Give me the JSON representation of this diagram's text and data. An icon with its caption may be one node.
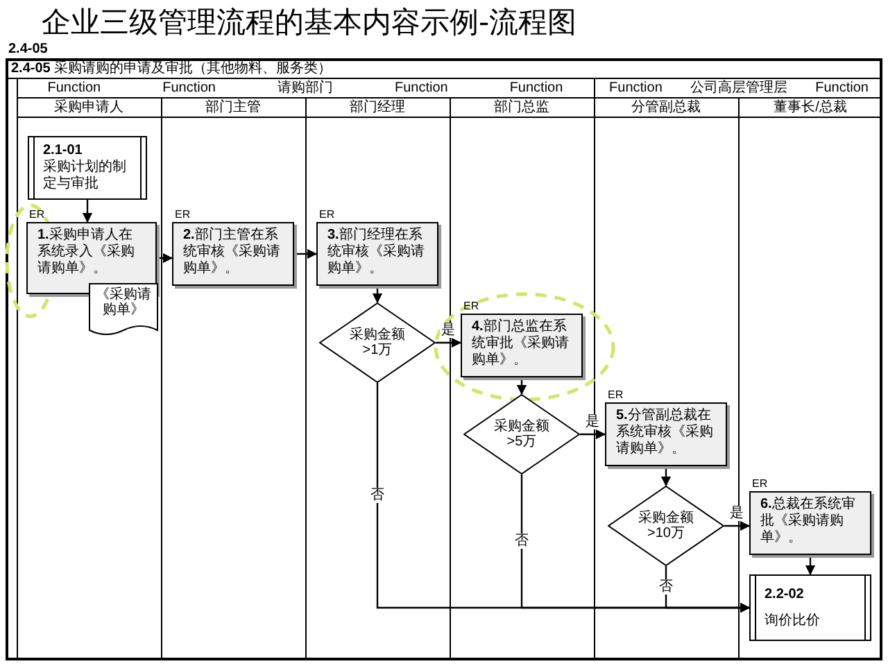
{
  "diagram": {
    "title": "企业三级管理流程的基本内容示例-流程图",
    "nodes": [
      {
        "text": [
          "**2.1-01**",
          "采购计划的制定与审批"
        ]
      },
      {
        "text": [
          "**1.**采购申请人在系统录入《采购请购单》。"
        ],
        "beside": [
          "ER"
        ]
      },
      {
        "text": [
          "《采购请购单》"
        ]
      },
      {
        "text": [
          "**2.**部门主管在系统审核《采购请购单》。"
        ],
        "beside": [
          "ER"
        ]
      },
      {
        "text": [
          "**3.**部门经理在系统审核《采购请购单》。"
        ],
        "beside": [
          "ER"
        ]
      },
      {
        "text": [
          "采购金额>1万"
        ]
      },
      {
        "text": [
          "**4.**部门总监在系统审批《采购请购单》。"
        ],
        "beside": [
          "ER"
        ]
      },
      {
        "text": [
          "采购金额>5万"
        ]
      },
      {
        "text": [
          "**5.**分管副总裁在系统审核《采购请购单》。"
        ],
        "beside": [
          "ER"
        ]
      },
      {
        "text": [
          "采购金额>10万"
        ]
      },
      {
        "text": [
          "**6.**总裁在系统审批《采购请购单》。"
        ],
        "beside": [
          "ER"
        ]
      },
      {
        "text": [
          "**2.2-02**",
          "询价比价"
        ]
      }
    ],
    "edges": [
      {
        "from": 0,
        "to": 1,
        "arrow": "to"
      },
      {
        "from": 1,
        "to": 3,
        "arrow": "to"
      },
      {
        "from": 3,
        "to": 4,
        "arrow": "to"
      },
      {
        "from": 4,
        "to": 5,
        "arrow": "to"
      },
      {
        "from": 5,
        "to": 6,
        "arrow": "to",
        "label": "是"
      },
      {
        "from": 5,
        "to": 11,
        "arrow": "to",
        "label": "否"
      },
      {
        "from": 6,
        "to": 7,
        "arrow": "to"
      },
      {
        "from": 7,
        "to": 8,
        "arrow": "to",
        "label": "是"
      },
      {
        "from": 7,
        "to": 11,
        "arrow": "to",
        "label": "否"
      },
      {
        "from": 8,
        "to": 9,
        "arrow": "to"
      },
      {
        "from": 9,
        "to": 10,
        "arrow": "to",
        "label": "是"
      },
      {
        "from": 9,
        "to": 11,
        "arrow": "to",
        "label": "否"
      },
      {
        "from": 10,
        "to": 11,
        "arrow": "to"
      }
    ],
    "labels": [
      "2.4-05",
      "**2.4-05** 采购请购的申请及审批（其他物料、服务类）",
      "Function",
      "Function",
      "请购部门",
      "Function",
      "Function",
      "Function",
      "公司高层管理层",
      "Function",
      "采购申请人",
      "部门主管",
      "部门经理",
      "部门总监",
      "分管副总裁",
      "董事长/总裁"
    ]
  }
}
